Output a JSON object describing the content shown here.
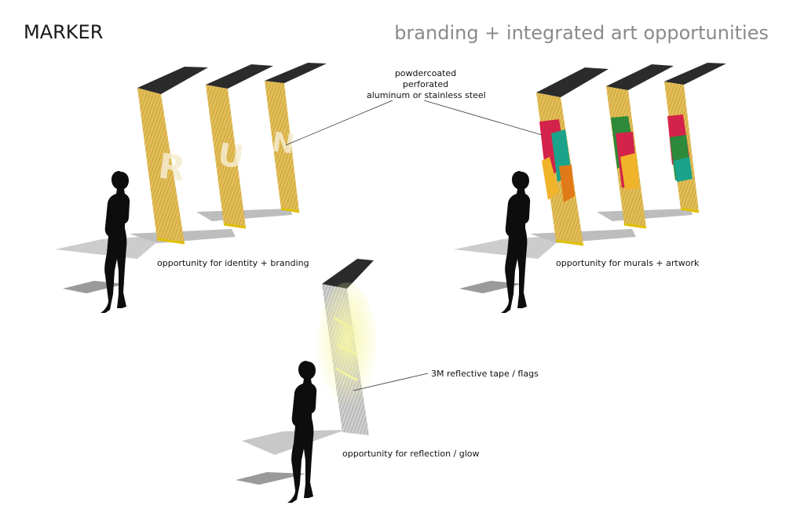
{
  "header": {
    "title": "MARKER",
    "subtitle": "branding + integrated art opportunities"
  },
  "callouts": {
    "material_line1": "powdercoated",
    "material_line2": "perforated",
    "material_line3": "aluminum or stainless steel",
    "reflective": "3M reflective tape / flags"
  },
  "captions": {
    "identity": "opportunity for identity + branding",
    "murals": "opportunity for murals + artwork",
    "reflection": "opportunity for reflection / glow"
  },
  "branding_letters": [
    "R",
    "U",
    "N"
  ],
  "colors": {
    "marker_yellow": "#e8c35a",
    "marker_top": "#2b2b2b",
    "silhouette": "#0d0d0d",
    "shadow": "#b8b8b8",
    "mural_red": "#d4234a",
    "mural_teal": "#1aa38a",
    "mural_green": "#2c8a3a",
    "glow": "#f3f3b0"
  }
}
